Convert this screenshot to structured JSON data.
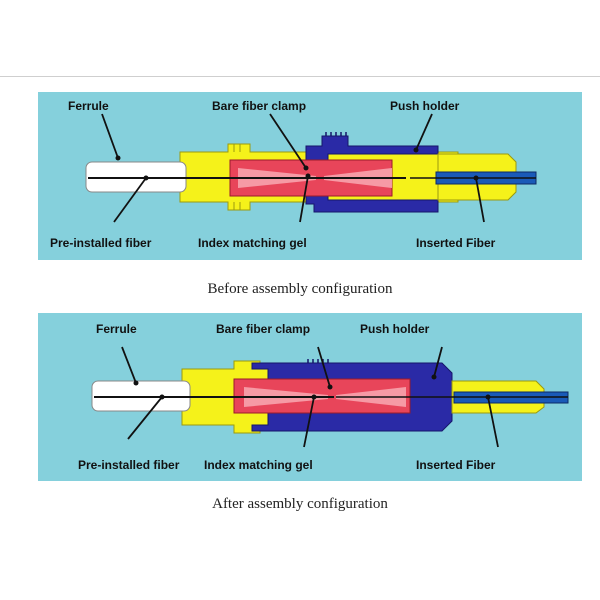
{
  "colors": {
    "panel_bg": "#85d0dc",
    "ferrule": "#ffffff",
    "housing": "#f5f21a",
    "push_holder": "#2a2aa6",
    "clamp": "#e8455a",
    "fiber": "#111111",
    "inserted_fiber": "#1a5ab8"
  },
  "before": {
    "labels": {
      "ferrule": "Ferrule",
      "bare_fiber_clamp": "Bare fiber clamp",
      "push_holder": "Push holder",
      "pre_installed_fiber": "Pre-installed fiber",
      "index_matching_gel": "Index matching gel",
      "inserted_fiber": "Inserted Fiber"
    },
    "caption": "Before assembly configuration"
  },
  "after": {
    "labels": {
      "ferrule": "Ferrule",
      "bare_fiber_clamp": "Bare fiber clamp",
      "push_holder": "Push holder",
      "pre_installed_fiber": "Pre-installed fiber",
      "index_matching_gel": "Index matching gel",
      "inserted_fiber": "Inserted Fiber"
    },
    "caption": "After assembly configuration"
  }
}
